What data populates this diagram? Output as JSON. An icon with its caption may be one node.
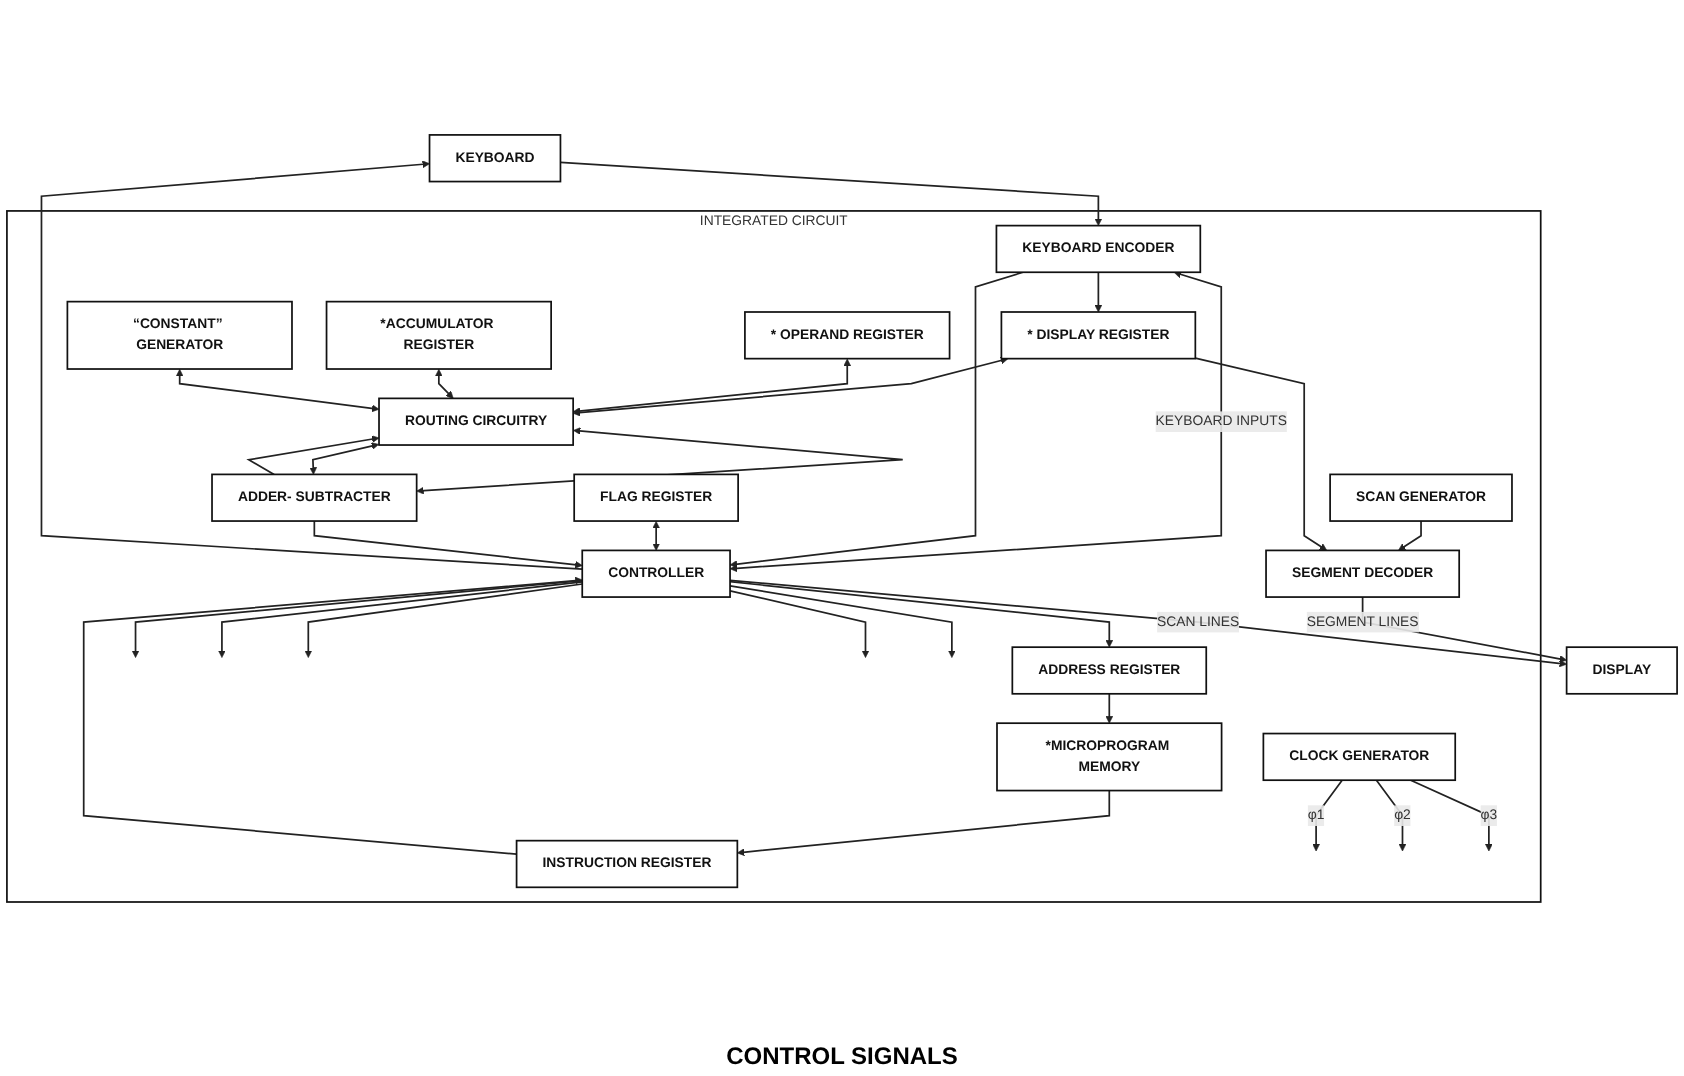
{
  "diagram": {
    "nodes": [
      {
        "text": [
          "DISPLAY"
        ]
      },
      {
        "text": [
          "KEYBOARD"
        ]
      },
      {
        "text": [
          "INTEGRATED CIRCUIT"
        ]
      },
      {
        "text": [
          "SEGMENT DECODER"
        ],
        "in": 2
      },
      {
        "text": [
          "SCAN GENERATOR"
        ],
        "in": 2
      },
      {
        "text": [
          "KEYBOARD ENCODER"
        ],
        "in": 2
      },
      {
        "text": [
          "ADDRESS REGISTER"
        ],
        "in": 2
      },
      {
        "text": [
          "CONTROLLER"
        ],
        "in": 2
      },
      {
        "text": [
          "*MICROPROGRAM MEMORY"
        ],
        "in": 2
      },
      {
        "text": [
          "FLAG REGISTER"
        ],
        "in": 2
      },
      {
        "text": [
          "INSTRUCTION REGISTER"
        ],
        "in": 2
      },
      {
        "text": [
          "* DISPLAY REGISTER"
        ],
        "in": 2
      },
      {
        "text": [
          "* OPERAND REGISTER"
        ],
        "in": 2
      },
      {
        "text": [
          "*ACCUMULATOR REGISTER"
        ],
        "in": 2
      },
      {
        "text": [
          "“CONSTANT” GENERATOR"
        ],
        "in": 2
      },
      {
        "text": [
          "ROUTING CIRCUITRY"
        ],
        "in": 2
      },
      {
        "text": [
          "ADDER- SUBTRACTER"
        ],
        "in": 2
      },
      {
        "text": [
          "CLOCK GENERATOR"
        ],
        "in": 2
      }
    ],
    "edges": [
      {
        "from": 3,
        "to": 0,
        "arrow": "to",
        "label": "SEGMENT LINES"
      },
      {
        "from": 4,
        "to": 3,
        "arrow": "to"
      },
      {
        "from": 7,
        "to": 0,
        "arrow": "to",
        "label": "SCAN LINES"
      },
      {
        "from": 7,
        "to": 1,
        "arrow": "to"
      },
      {
        "from": 5,
        "to": 7,
        "arrow": "both",
        "label": "KEYBOARD INPUTS"
      },
      {
        "from": 1,
        "to": 5,
        "arrow": "to"
      },
      {
        "from": 5,
        "to": 7,
        "arrow": "to"
      },
      {
        "from": 5,
        "to": 11,
        "arrow": "to"
      },
      {
        "from": 11,
        "to": 3,
        "arrow": "to"
      },
      {
        "from": 9,
        "to": 7,
        "arrow": "both"
      },
      {
        "from": 7,
        "to": 6,
        "arrow": "to"
      },
      {
        "from": 6,
        "to": 8,
        "arrow": "to"
      },
      {
        "from": 8,
        "to": 10,
        "arrow": "to"
      },
      {
        "from": 10,
        "to": 7,
        "arrow": "to"
      },
      {
        "from": 7,
        "to": null,
        "arrow": "to"
      },
      {
        "from": 7,
        "to": null,
        "arrow": "to"
      },
      {
        "from": 7,
        "to": null,
        "arrow": "to"
      },
      {
        "from": 7,
        "to": null,
        "arrow": "to"
      },
      {
        "from": 7,
        "to": null,
        "arrow": "to"
      },
      {
        "from": 16,
        "to": 7,
        "arrow": "to"
      },
      {
        "from": 11,
        "to": 15,
        "arrow": "both"
      },
      {
        "from": 12,
        "to": 15,
        "arrow": "both"
      },
      {
        "from": 13,
        "to": 15,
        "arrow": "both"
      },
      {
        "from": 14,
        "to": 15,
        "arrow": "both"
      },
      {
        "from": 15,
        "to": 16,
        "arrow": "both"
      },
      {
        "from": 15,
        "to": 16,
        "arrow": "both"
      },
      {
        "from": 16,
        "to": 15,
        "arrow": "to"
      },
      {
        "from": 17,
        "to": null,
        "arrow": "to",
        "label": "φ1"
      },
      {
        "from": 17,
        "to": null,
        "arrow": "to",
        "label": "φ2"
      },
      {
        "from": 17,
        "to": null,
        "arrow": "to",
        "label": "φ3"
      }
    ],
    "labels": [
      "CONTROL SIGNALS"
    ]
  }
}
